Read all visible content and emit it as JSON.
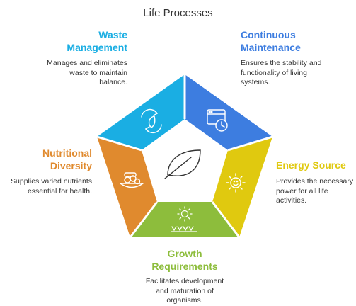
{
  "title": "Life Processes",
  "segments": [
    {
      "heading": [
        "Waste",
        "Management"
      ],
      "description": [
        "Manages and eliminates",
        "waste to maintain",
        "balance."
      ],
      "color": "#1aaee3",
      "icon": "recycle-leaf-icon"
    },
    {
      "heading": [
        "Continuous",
        "Maintenance"
      ],
      "description": [
        "Ensures the stability and",
        "functionality of living",
        "systems."
      ],
      "color": "#3d7de0",
      "icon": "calendar-clock-icon"
    },
    {
      "heading": [
        "Energy Source"
      ],
      "description": [
        "Provides the necessary",
        "power for all life",
        "activities."
      ],
      "color": "#e0c90f",
      "icon": "sun-icon"
    },
    {
      "heading": [
        "Growth",
        "Requirements"
      ],
      "description": [
        "Facilitates development",
        "and maturation of",
        "organisms."
      ],
      "color": "#8dbd3c",
      "icon": "sprout-sun-icon"
    },
    {
      "heading": [
        "Nutritional",
        "Diversity"
      ],
      "description": [
        "Supplies varied nutrients",
        "essential for health."
      ],
      "color": "#e08a2e",
      "icon": "food-bowl-icon"
    }
  ],
  "center_icon": "leaf-icon",
  "heading_colors": {
    "waste": "#1aaee3",
    "maintenance": "#3d7de0",
    "energy": "#e0c90f",
    "growth": "#8dbd3c",
    "nutrition": "#e08a2e"
  }
}
